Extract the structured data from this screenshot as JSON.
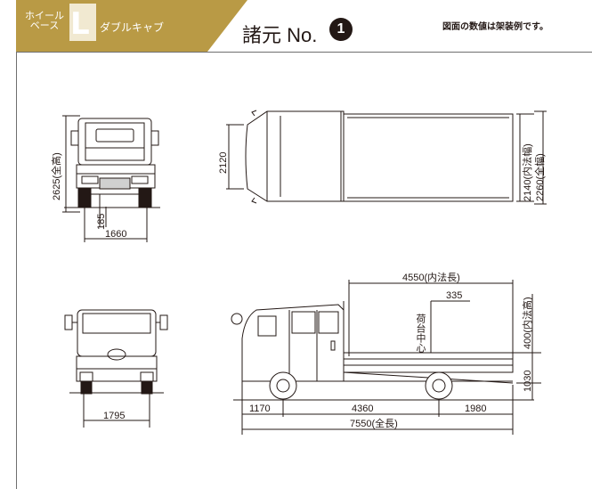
{
  "badge": {
    "wheelbase_label_1": "ホイール",
    "wheelbase_label_2": "ベース",
    "letter": "L",
    "cab_type": "ダブルキャブ"
  },
  "header": {
    "title": "諸元 No.",
    "number": "1",
    "note": "図面の数値は架装例です。"
  },
  "colors": {
    "badge_gold": "#b99a45",
    "badge_cream": "#f1e9d1",
    "ink": "#231815"
  },
  "dimensions": {
    "front_height": "2625(全高)",
    "front_ground_clearance": "185",
    "front_tread": "1660",
    "top_cab_width": "2120",
    "top_inner_width": "2140(内法幅)",
    "top_overall_width": "2260(全幅)",
    "side_inner_length": "4550(内法長)",
    "side_load_center_offset": "335",
    "side_load_center_label": "荷台中心",
    "side_inner_height": "400(内法高)",
    "side_floor_height": "1030",
    "side_front_overhang": "1170",
    "side_wheelbase": "4360",
    "side_rear_overhang": "1980",
    "side_overall_length": "7550(全長)",
    "rear_tread": "1795"
  }
}
